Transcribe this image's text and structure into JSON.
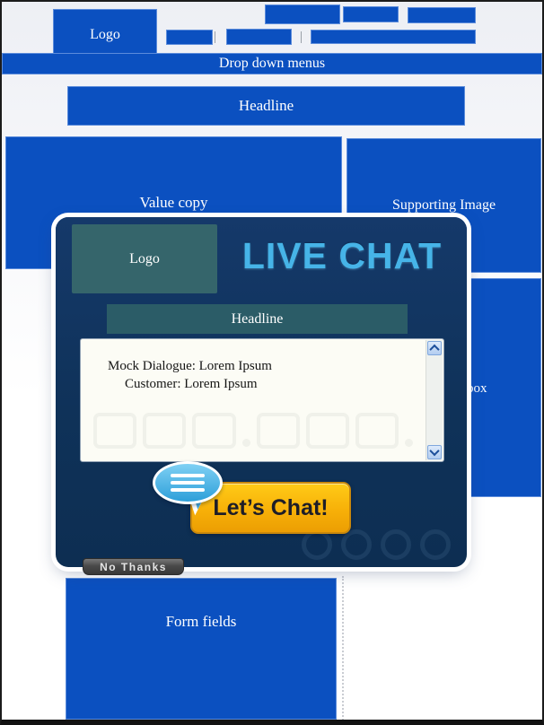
{
  "header": {
    "logo_label": "Logo",
    "dropdown_menu_label": "Drop down menus"
  },
  "main": {
    "headline_label": "Headline",
    "value_copy_label": "Value copy",
    "supporting_image_label": "Supporting Image",
    "side_box_label": "box",
    "form_fields_label": "Form fields"
  },
  "chat_popup": {
    "logo_label": "Logo",
    "title": "LIVE CHAT",
    "headline_label": "Headline",
    "dialogue": {
      "line1": "Mock Dialogue: Lorem Ipsum",
      "line2": "Customer: Lorem Ipsum"
    },
    "cta_label": "Let’s Chat!",
    "dismiss_label": "No Thanks"
  },
  "colors": {
    "primary_blue": "#0b50c0",
    "popup_navy": "#0f3259",
    "teal_box": "#35656b",
    "popup_headline_teal": "#2b5c67",
    "live_chat_text_blue": "#46b4e8",
    "cta_gold": "#f7b008",
    "cta_border": "#c9880c",
    "dismiss_gray": "#4a4a4a"
  }
}
